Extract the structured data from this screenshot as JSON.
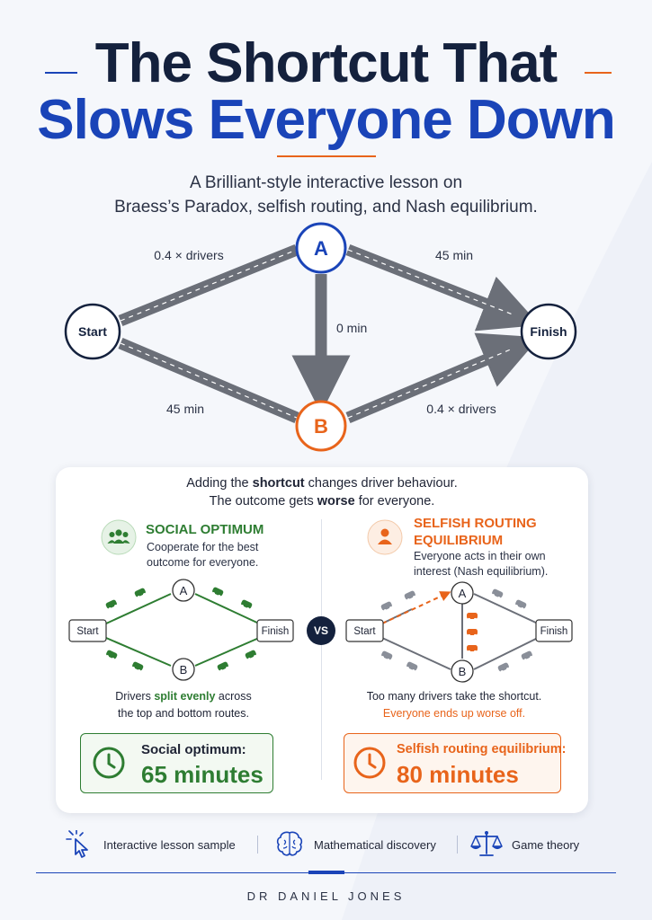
{
  "header": {
    "title_line1": "The Shortcut That",
    "title_line2": "Slows Everyone Down",
    "subtitle_line1": "A Brilliant-style interactive lesson on",
    "subtitle_line2": "Braess’s Paradox, selfish routing, and Nash equilibrium."
  },
  "network": {
    "start": "Start",
    "finish": "Finish",
    "node_a": "A",
    "node_b": "B",
    "edge_start_a": "0.4 × drivers",
    "edge_a_finish": "45 min",
    "edge_a_b": "0 min",
    "edge_start_b": "45 min",
    "edge_b_finish": "0.4 × drivers"
  },
  "comparison": {
    "intro_line1_pre": "Adding the ",
    "intro_line1_bold": "shortcut",
    "intro_line1_post": " changes driver behaviour.",
    "intro_line2_pre": "The outcome gets ",
    "intro_line2_bold": "worse",
    "intro_line2_post": " for everyone.",
    "vs": "VS",
    "social": {
      "title": "SOCIAL OPTIMUM",
      "desc_line1": "Cooperate for the best",
      "desc_line2": "outcome for everyone.",
      "caption_pre": "Drivers ",
      "caption_highlight": "split evenly",
      "caption_post": " across",
      "caption_line2": "the top and bottom routes.",
      "result_label": "Social optimum:",
      "result_value": "65 minutes"
    },
    "selfish": {
      "title_line1": "SELFISH ROUTING",
      "title_line2": "EQUILIBRIUM",
      "desc_line1": "Everyone acts in their own",
      "desc_line2": "interest (Nash equilibrium).",
      "caption_line1": "Too many drivers take the shortcut.",
      "caption_line2": "Everyone ends up worse off.",
      "result_label": "Selfish routing equilibrium:",
      "result_value": "80 minutes"
    },
    "mini": {
      "start": "Start",
      "finish": "Finish",
      "a": "A",
      "b": "B"
    }
  },
  "footer": {
    "item1": "Interactive lesson sample",
    "item2": "Mathematical discovery",
    "item3": "Game theory",
    "author": "DR DANIEL JONES"
  },
  "colors": {
    "navy": "#14213d",
    "blue": "#1a44b8",
    "orange": "#e8641b",
    "green": "#2e7d32",
    "road": "#6b6f78"
  }
}
